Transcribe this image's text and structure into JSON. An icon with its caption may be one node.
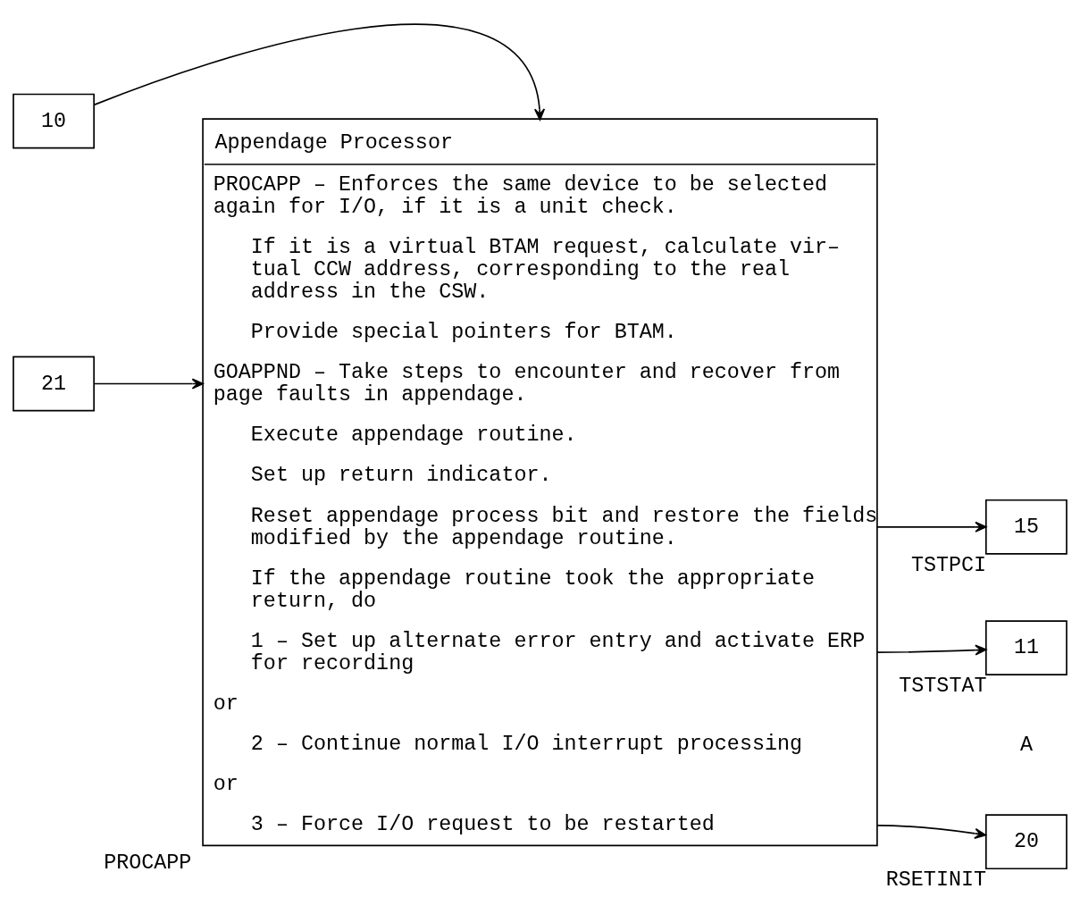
{
  "diagram": {
    "nodes": [
      {
        "text": [
          "10"
        ]
      },
      {
        "text": [
          "Appendage Processor",
          "PROCAPP – Enforces the same device to be selected again for I/O, if it is a unit check.",
          "If it is a virtual BTAM request, calculate vir– tual CCW address, corresponding to the real address in the CSW.",
          "Provide special pointers for BTAM.",
          "GOAPPND – Take steps to encounter and recover from page faults in appendage.",
          "Execute appendage routine.",
          "Set up return indicator.",
          "Reset appendage process bit and restore the fields modified by the appendage routine.",
          "If the appendage routine took the appropriate return, do",
          "1 – Set up alternate error entry and activate ERP for recording",
          "or",
          "2 – Continue normal I/O interrupt processing",
          "or",
          "3 – Force I/O request to be restarted"
        ],
        "beside": [
          "PROCAPP"
        ]
      },
      {
        "text": [
          "21"
        ]
      },
      {
        "text": [
          "15"
        ],
        "beside": [
          "TSTPCI"
        ]
      },
      {
        "text": [
          "11"
        ],
        "beside": [
          "TSTSTAT"
        ]
      },
      {
        "text": [
          "20"
        ],
        "beside": [
          "RSETINIT"
        ]
      }
    ],
    "edges": [
      {
        "from": 0,
        "to": 1,
        "arrow": "to"
      },
      {
        "from": 2,
        "to": 1,
        "arrow": "to"
      },
      {
        "from": 1,
        "to": 3,
        "arrow": "to"
      },
      {
        "from": 1,
        "to": 4,
        "arrow": "to"
      },
      {
        "from": 1,
        "to": 5,
        "arrow": "to"
      }
    ],
    "labels": [
      "A"
    ]
  }
}
